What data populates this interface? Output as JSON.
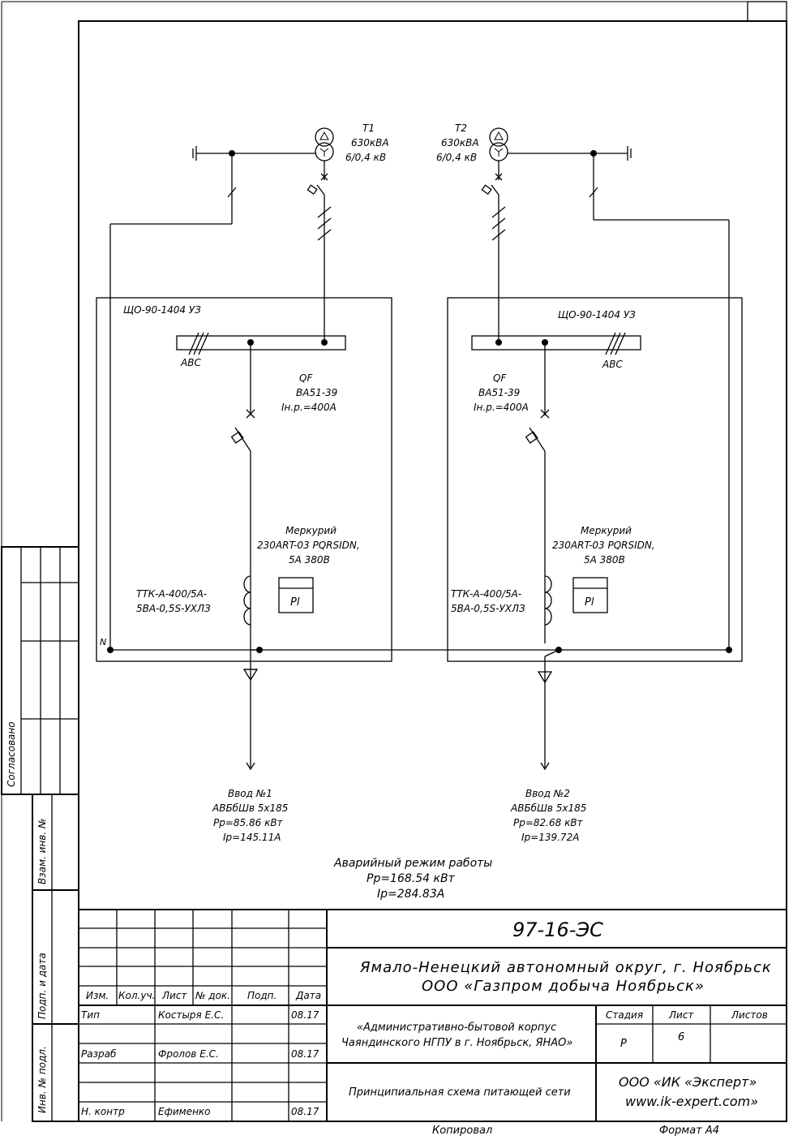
{
  "transformers": [
    {
      "name": "T1",
      "power": "630кВА",
      "voltage": "6/0,4 кВ"
    },
    {
      "name": "T2",
      "power": "630кВА",
      "voltage": "6/0,4 кВ"
    }
  ],
  "panels": [
    {
      "name": "ЩО-90-1404 УЗ",
      "bus_phases": "ABC",
      "breaker_code": "QF",
      "breaker_type": "ВА51-39",
      "breaker_current": "Iн.р.=400А",
      "meter_name": "Меркурий",
      "meter_model": "230ART-03 PQRSIDN,",
      "meter_rating": "5А 380В",
      "meter_symbol": "Pl",
      "ct_line1": "ТТК-А-400/5А-",
      "ct_line2": "5ВА-0,5S-УХЛЗ"
    },
    {
      "name": "ЩО-90-1404 УЗ",
      "bus_phases": "ABC",
      "breaker_code": "QF",
      "breaker_type": "ВА51-39",
      "breaker_current": "Iн.р.=400А",
      "meter_name": "Меркурий",
      "meter_model": "230ART-03 PQRSIDN,",
      "meter_rating": "5А 380В",
      "meter_symbol": "Pl",
      "ct_line1": "ТТК-А-400/5А-",
      "ct_line2": "5ВА-0,5S-УХЛЗ"
    }
  ],
  "neutral_label": "N",
  "inputs": [
    {
      "title": "Ввод №1",
      "cable": "АВБбШв 5х185",
      "power": "Pp=85.86 кВт",
      "current": "Ip=145.11А"
    },
    {
      "title": "Ввод №2",
      "cable": "АВБбШв 5х185",
      "power": "Pp=82.68 кВт",
      "current": "Ip=139.72А"
    }
  ],
  "emergency": {
    "title": "Аварийный режим работы",
    "power": "Pp=168.54 кВт",
    "current": "Ip=284.83А"
  },
  "side_stamp": {
    "agreed": "Согласовано",
    "replaced": "Взам. инв. №",
    "sign_date": "Подп. и дата",
    "inv": "Инв. № подл."
  },
  "title_block": {
    "doc_code": "97-16-ЭС",
    "region": "Ямало-Ненецкий автономный округ, г. Ноябрьск",
    "company": "ООО «Газпром добыча Ноябрьск»",
    "object_line1": "«Административно-бытовой корпус",
    "object_line2": "Чаяндинского НГПУ в г. Ноябрьск, ЯНАО»",
    "drawing_title": "Принципиальная схема питающей сети",
    "stage_label": "Стадия",
    "sheet_label": "Лист",
    "sheets_label": "Листов",
    "stage": "Р",
    "sheet": "6",
    "firm": "ООО «ИК «Эксперт»",
    "site": "www.ik-expert.com»",
    "col_izm": "Изм.",
    "col_kol": "Кол.уч.",
    "col_list": "Лист",
    "col_doc": "№ док.",
    "col_podp": "Подп.",
    "col_date": "Дата",
    "rows": [
      {
        "role": "Тип",
        "name": "Костыря Е.С.",
        "date": "08.17"
      },
      {
        "role": "Разраб",
        "name": "Фролов Е.С.",
        "date": "08.17"
      },
      {
        "role": "Н. контр",
        "name": "Ефименко",
        "date": "08.17"
      }
    ]
  },
  "footer": {
    "copied": "Копировал",
    "format": "Формат А4"
  }
}
